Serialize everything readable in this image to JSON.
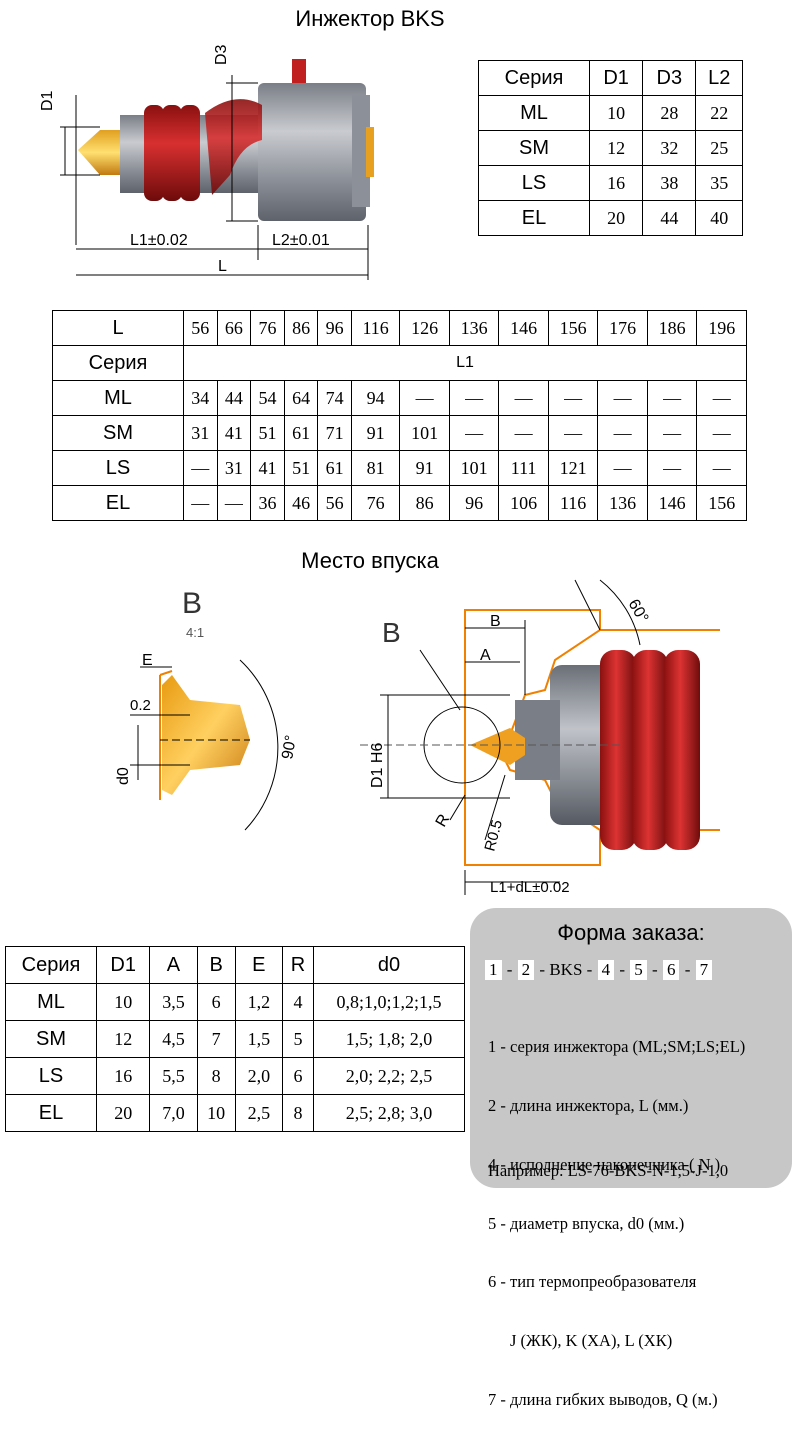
{
  "title_main": "Инжектор BKS",
  "title_inlet": "Место впуска",
  "drawing_top": {
    "d1": "D1",
    "d3": "D3",
    "l1": "L1±0.02",
    "l2": "L2±0.01",
    "l": "L"
  },
  "dims_table": {
    "headers": [
      "Серия",
      "D1",
      "D3",
      "L2"
    ],
    "rows": [
      {
        "series": "ML",
        "d1": "10",
        "d3": "28",
        "l2": "22"
      },
      {
        "series": "SM",
        "d1": "12",
        "d3": "32",
        "l2": "25"
      },
      {
        "series": "LS",
        "d1": "16",
        "d3": "38",
        "l2": "35"
      },
      {
        "series": "EL",
        "d1": "20",
        "d3": "44",
        "l2": "40"
      }
    ]
  },
  "length_table": {
    "l_label": "L",
    "l_values": [
      "56",
      "66",
      "76",
      "86",
      "96",
      "116",
      "126",
      "136",
      "146",
      "156",
      "176",
      "186",
      "196"
    ],
    "series_label": "Серия",
    "l1_label": "L1",
    "rows": [
      {
        "series": "ML",
        "values": [
          "34",
          "44",
          "54",
          "64",
          "74",
          "94",
          "—",
          "—",
          "—",
          "—",
          "—",
          "—",
          "—"
        ]
      },
      {
        "series": "SM",
        "values": [
          "31",
          "41",
          "51",
          "61",
          "71",
          "91",
          "101",
          "—",
          "—",
          "—",
          "—",
          "—",
          "—"
        ]
      },
      {
        "series": "LS",
        "values": [
          "—",
          "31",
          "41",
          "51",
          "61",
          "81",
          "91",
          "101",
          "111",
          "121",
          "—",
          "—",
          "—"
        ]
      },
      {
        "series": "EL",
        "values": [
          "—",
          "—",
          "36",
          "46",
          "56",
          "76",
          "86",
          "96",
          "106",
          "116",
          "136",
          "146",
          "156"
        ]
      }
    ]
  },
  "drawing_detail": {
    "view": "B",
    "scale": "4:1",
    "e": "E",
    "gap": "0.2",
    "d0": "d0",
    "angle90": "90°"
  },
  "drawing_section": {
    "view": "B",
    "b": "B",
    "a": "A",
    "angle60": "60°",
    "d1h6": "D1 H6",
    "r": "R",
    "r05": "R0.5",
    "l1dl": "L1+dL±0.02"
  },
  "inlet_table": {
    "headers": [
      "Серия",
      "D1",
      "A",
      "B",
      "E",
      "R",
      "d0"
    ],
    "rows": [
      {
        "series": "ML",
        "d1": "10",
        "a": "3,5",
        "b": "6",
        "e": "1,2",
        "r": "4",
        "d0": "0,8;1,0;1,2;1,5"
      },
      {
        "series": "SM",
        "d1": "12",
        "a": "4,5",
        "b": "7",
        "e": "1,5",
        "r": "5",
        "d0": "1,5; 1,8; 2,0"
      },
      {
        "series": "LS",
        "d1": "16",
        "a": "5,5",
        "b": "8",
        "e": "2,0",
        "r": "6",
        "d0": "2,0; 2,2; 2,5"
      },
      {
        "series": "EL",
        "d1": "20",
        "a": "7,0",
        "b": "10",
        "e": "2,5",
        "r": "8",
        "d0": "2,5; 2,8; 3,0"
      }
    ]
  },
  "order_form": {
    "title": "Форма заказа:",
    "code": [
      "1",
      "2",
      "BKS",
      "4",
      "5",
      "6",
      "7"
    ],
    "separator": "-",
    "lines": [
      "1 - серия инжектора (ML;SM;LS;EL)",
      "2 - длина инжектора, L (мм.)",
      "4 - исполнение наконечника ( N )",
      "5 - диаметр впуска, d0 (мм.)",
      "6 - тип термопреобразователя",
      "J (ЖК), K (ХА), L (ХК)",
      "7 - длина гибких выводов, Q (м.)"
    ],
    "example": "Например: LS-76-BKS-N-1,5-J-1,0"
  }
}
